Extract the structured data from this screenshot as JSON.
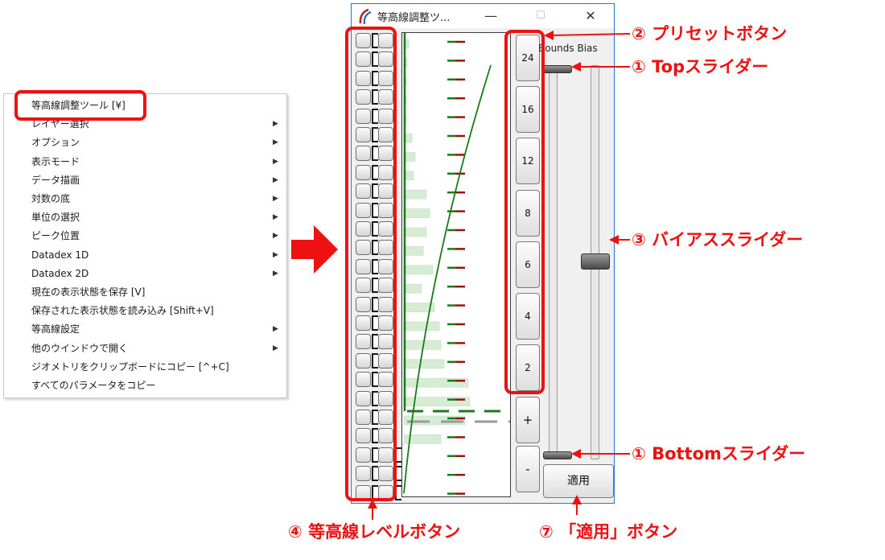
{
  "context_menu": {
    "items": [
      {
        "label": "等高線調整ツール [¥]",
        "has_submenu": false
      },
      {
        "label": "レイヤー選択",
        "has_submenu": true
      },
      {
        "label": "オプション",
        "has_submenu": true
      },
      {
        "label": "表示モード",
        "has_submenu": true
      },
      {
        "label": "データ描画",
        "has_submenu": true
      },
      {
        "label": "対数の底",
        "has_submenu": true
      },
      {
        "label": "単位の選択",
        "has_submenu": true
      },
      {
        "label": "ピーク位置",
        "has_submenu": true
      },
      {
        "label": "Datadex 1D",
        "has_submenu": true
      },
      {
        "label": "Datadex 2D",
        "has_submenu": true
      },
      {
        "label": "現在の表示状態を保存 [V]",
        "has_submenu": false
      },
      {
        "label": "保存された表示状態を読み込み [Shift+V]",
        "has_submenu": false
      },
      {
        "label": "等高線設定",
        "has_submenu": true
      },
      {
        "label": "他のウインドウで開く",
        "has_submenu": true
      },
      {
        "label": "ジオメトリをクリップボードにコピー [^+C]",
        "has_submenu": false
      },
      {
        "label": "すべてのパラメータをコピー",
        "has_submenu": false
      }
    ]
  },
  "tool_window": {
    "title": "等高線調整ツ...",
    "minimize_glyph": "—",
    "maximize_glyph": "☐",
    "close_glyph": "✕",
    "bounds_label": "Bounds Bias",
    "preset_buttons": [
      "24",
      "16",
      "12",
      "8",
      "6",
      "4",
      "2"
    ],
    "plus_label": "+",
    "minus_label": "-",
    "apply_label": "適用",
    "top_slider_value": 1.0,
    "bottom_slider_value": 0.0,
    "bias_slider_value": 0.5
  },
  "annotations": {
    "preset": "② プリセットボタン",
    "top_slider": "① Topスライダー",
    "bias_slider": "③ バイアススライダー",
    "bottom_slider": "① Bottomスライダー",
    "level_buttons": "④ 等高線レベルボタン",
    "apply_button": "⑦ 「適用」ボタン"
  },
  "colors": {
    "highlight": "#ee1111",
    "curve": "#1a7a1a",
    "tick_green": "#1a7a1a",
    "tick_red": "#9a1010",
    "histogram_fill": "#d7ecd5",
    "window_border": "#1d78d6"
  },
  "icons": {
    "app": "app-logo-icon",
    "submenu": "chevron-right-icon",
    "arrow": "big-right-arrow-icon"
  }
}
